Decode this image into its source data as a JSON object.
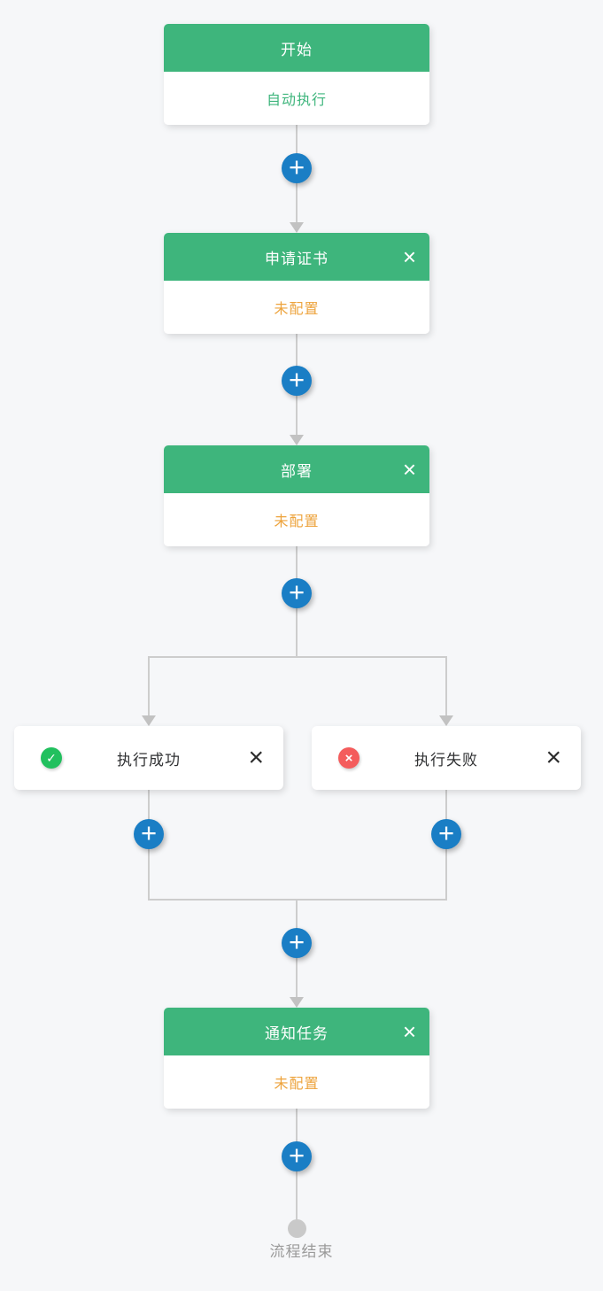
{
  "flow": {
    "nodes": {
      "start": {
        "title": "开始",
        "body": "自动执行"
      },
      "apply": {
        "title": "申请证书",
        "body": "未配置"
      },
      "deploy": {
        "title": "部署",
        "body": "未配置"
      },
      "success": {
        "title": "执行成功"
      },
      "fail": {
        "title": "执行失败"
      },
      "notify": {
        "title": "通知任务",
        "body": "未配置"
      }
    },
    "end_label": "流程结束"
  },
  "icons": {
    "add": "+",
    "close": "×",
    "check": "✓",
    "cross": "×"
  },
  "colors": {
    "header_green": "#3eb57c",
    "accent_blue": "#1a7ec5",
    "success_green": "#21c05e",
    "danger_red": "#f45c5c",
    "warning_orange": "#eda33c",
    "line_gray": "#cdcdcd",
    "background": "#f6f7f9"
  }
}
